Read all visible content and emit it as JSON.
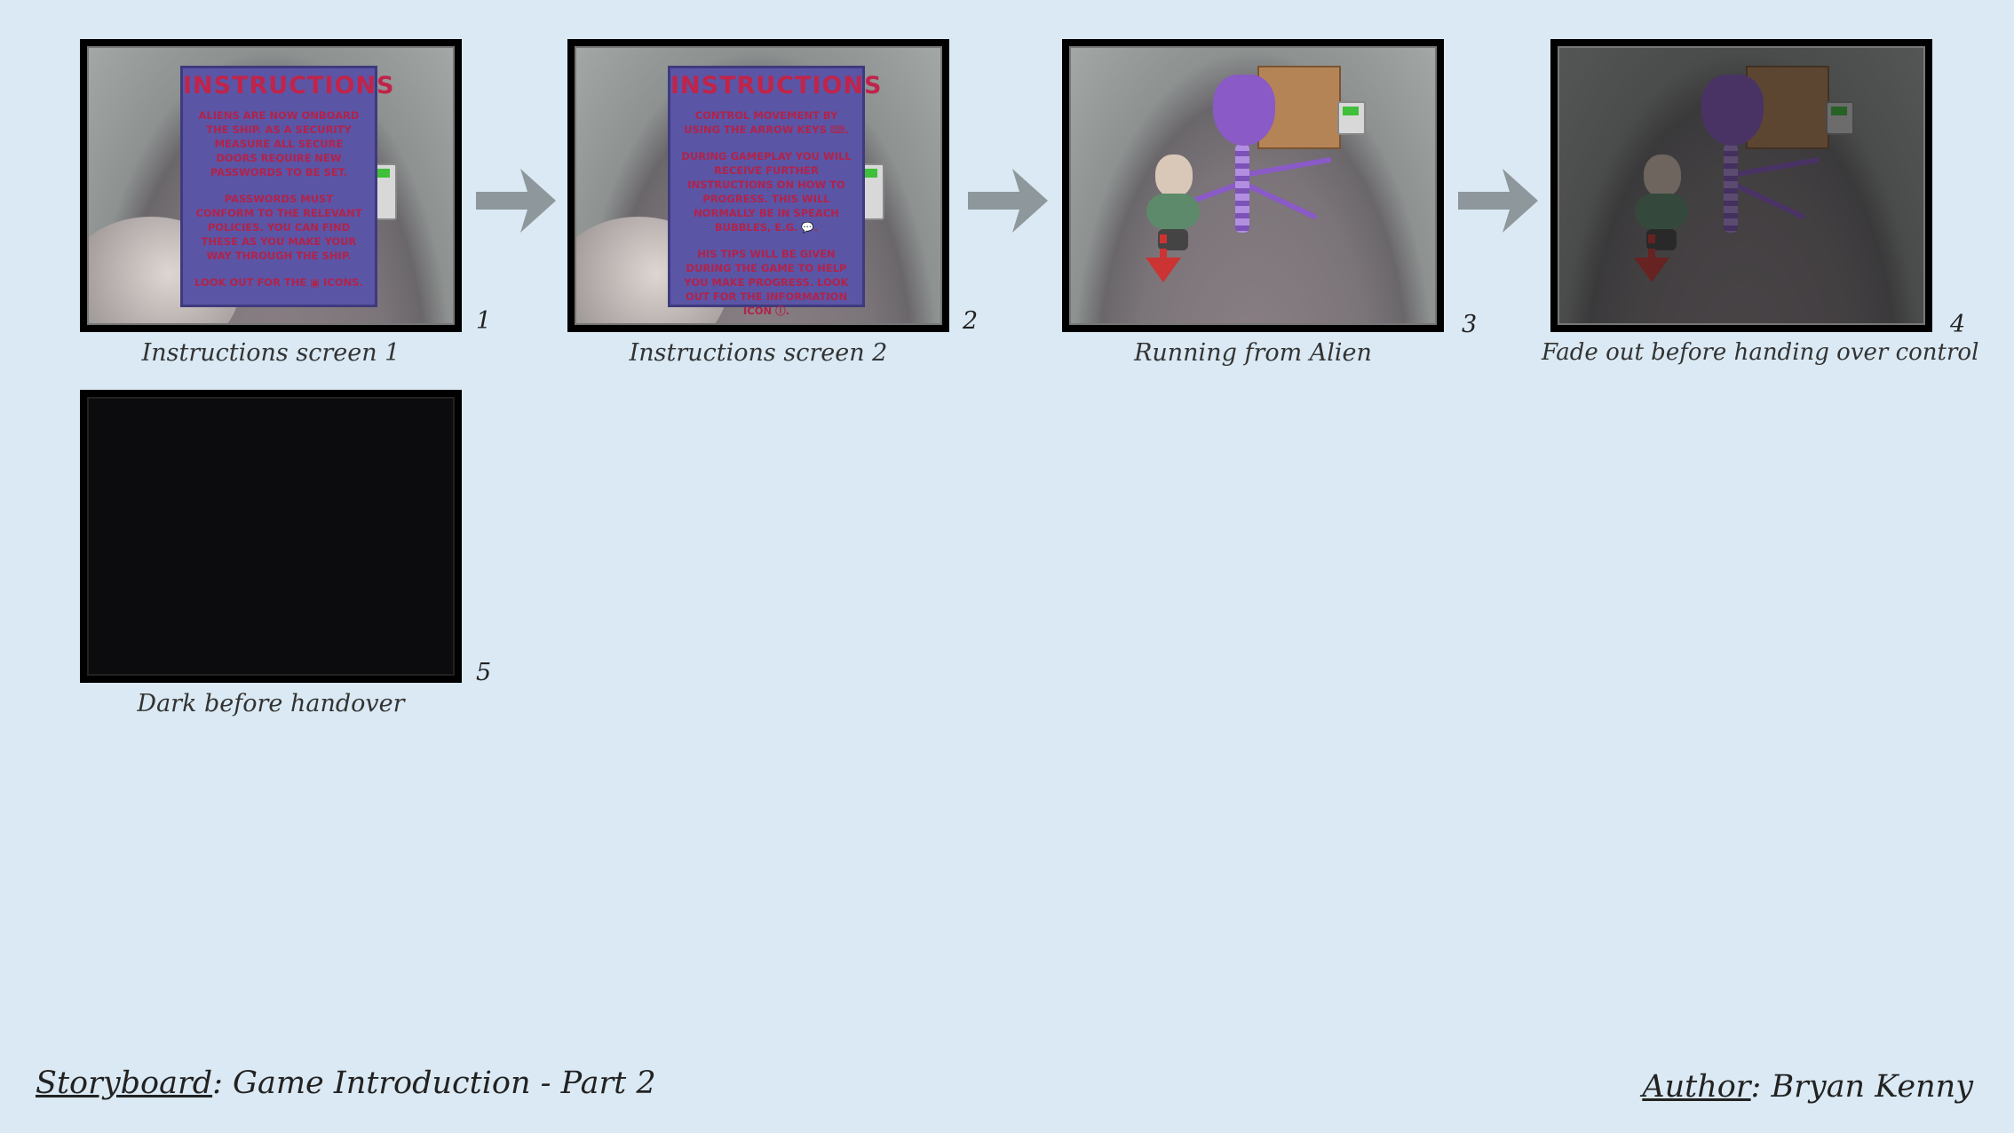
{
  "frames": [
    {
      "caption": "Instructions screen 1",
      "number": "1",
      "panel_title": "INSTRUCTIONS",
      "panel_paragraphs": [
        "ALIENS ARE NOW ONBOARD THE SHIP. AS A SECURITY MEASURE ALL SECURE DOORS REQUIRE NEW PASSWORDS TO BE SET.",
        "PASSWORDS MUST CONFORM TO THE RELEVANT POLICIES. YOU CAN FIND THESE AS YOU MAKE YOUR WAY THROUGH THE SHIP.",
        "LOOK OUT FOR THE ▣ ICONS."
      ]
    },
    {
      "caption": "Instructions screen 2",
      "number": "2",
      "panel_title": "INSTRUCTIONS",
      "panel_paragraphs": [
        "CONTROL MOVEMENT BY USING THE ARROW KEYS ⌨.",
        "DURING GAMEPLAY YOU WILL RECEIVE FURTHER INSTRUCTIONS ON HOW TO PROGRESS. THIS WILL NORMALLY BE IN SPEACH BUBBLES, E.G. 💬.",
        "HIS TIPS WILL BE GIVEN DURING THE GAME TO HELP YOU MAKE PROGRESS. LOOK OUT FOR THE INFORMATION ICON ⓘ."
      ]
    },
    {
      "caption": "Running from Alien",
      "number": "3"
    },
    {
      "caption": "Fade out before handing over control",
      "number": "4"
    },
    {
      "caption": "Dark before handover",
      "number": "5"
    }
  ],
  "footer": {
    "storyboard_label": "Storyboard",
    "storyboard_title": ": Game Introduction - Part 2",
    "author_label": "Author",
    "author_name": ": Bryan Kenny"
  },
  "colors": {
    "background": "#dae9f3",
    "panel": "#5b55a6",
    "panel_text": "#b1234a",
    "arrow": "#8e979b"
  }
}
